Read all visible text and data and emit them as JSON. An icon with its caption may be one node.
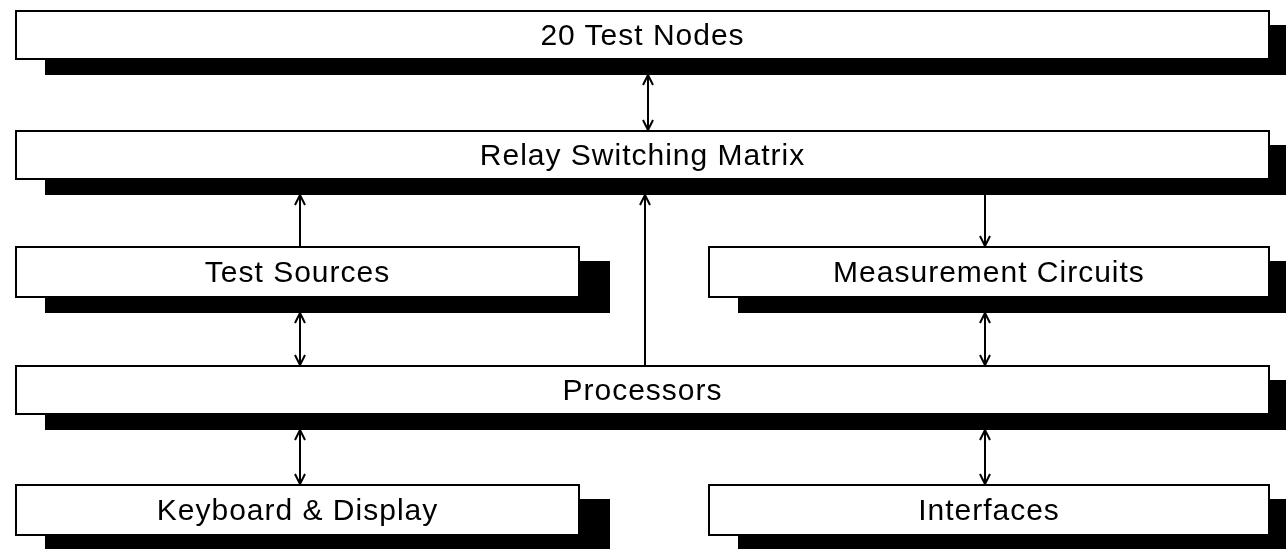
{
  "diagram": {
    "nodes": [
      {
        "text": [
          "20 Test Nodes"
        ]
      },
      {
        "text": [
          "Relay Switching Matrix"
        ]
      },
      {
        "text": [
          "Test Sources"
        ]
      },
      {
        "text": [
          "Measurement Circuits"
        ]
      },
      {
        "text": [
          "Processors"
        ]
      },
      {
        "text": [
          "Keyboard & Display"
        ]
      },
      {
        "text": [
          "Interfaces"
        ]
      }
    ],
    "edges": [
      {
        "from": 0,
        "to": 1,
        "arrow": "both"
      },
      {
        "from": 2,
        "to": 1,
        "arrow": "to"
      },
      {
        "from": 4,
        "to": 1,
        "arrow": "to"
      },
      {
        "from": 1,
        "to": 3,
        "arrow": "to"
      },
      {
        "from": 2,
        "to": 4,
        "arrow": "both"
      },
      {
        "from": 3,
        "to": 4,
        "arrow": "both"
      },
      {
        "from": 4,
        "to": 5,
        "arrow": "both"
      },
      {
        "from": 4,
        "to": 6,
        "arrow": "both"
      }
    ]
  }
}
